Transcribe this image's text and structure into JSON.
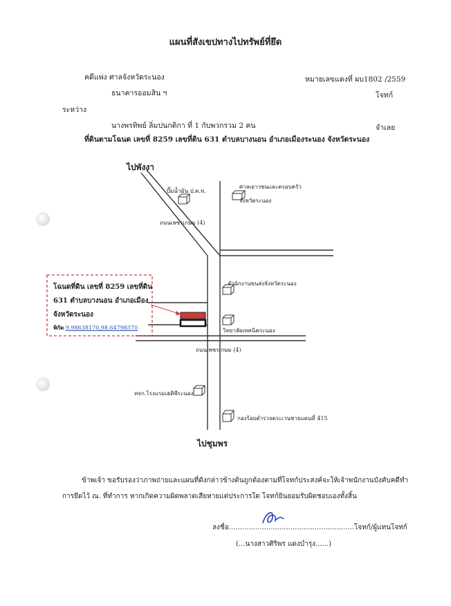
{
  "header": {
    "title": "แผนที่สังเขปทางไปทรัพย์ที่ยึด",
    "case_court": "คดีแพ่ง ศาลจังหวัดระนอง",
    "case_number": "หมายเลขแดงที่ ผบ1802 /2559",
    "plaintiff": "ธนาคารออมสิน ฯ",
    "plaintiff_role": "โจทก์",
    "between": "ระหว่าง",
    "defendant": "นางพรทิพย์ ลิ่มปนกติกา   ที่ 1 กับพวกรวม 2 คน",
    "defendant_role": "จำเลย",
    "land_info": "ที่ดินตามโฉนด เลขที่ 8259 เลขที่ดิน 631 ตำบลบางนอน อำเภอเมืองระนอง จังหวัดระนอง"
  },
  "map": {
    "north_label": "ไปพังงา",
    "south_label": "ไปชุมพร",
    "road_label_upper": "ถนนเพชรเกษม (4)",
    "road_label_lower": "ถนนเพชรเกษม (4)",
    "landmarks": {
      "gas_station": "ปั๊มน้ำมัน ป.ต.ท.",
      "juvenile_court_line1": "ศาลเยาวชนและครอบครัว",
      "juvenile_court_line2": "จังหวัดระนอง",
      "highway_office": "สำนักงานขนส่งจังหวัดระนอง",
      "college": "วิทยาลัยเทคนิคระนอง",
      "hotel": "หจก.โรงแรมเฮดิพีระนอง",
      "police": "กองร้อยตำรวจตระเวนชายแดนที่ 415"
    },
    "property_box": {
      "line1": "โฉนดที่ดิน เลขที่ 8259  เลขที่ดิน",
      "line2": "631  ตำบลบางนอน  อำเภอเมือง",
      "line3": "จังหวัดระนอง",
      "coord_label": "พิกัด",
      "coords": "9.98638170,98.64798370"
    },
    "colors": {
      "marker_red": "#d23a3a",
      "box_border": "#d23a3a",
      "coord_link": "#2a4fb0"
    }
  },
  "certification": {
    "line1": "ข้าพเจ้า ขอรับรองว่าภาพถ่ายและแผนที่ดังกล่าวข้างต้นถูกต้องตามที่โจทก์ประสงค์จะให้เจ้าพนักงานบังคับคดีทำ",
    "line2": "การยึดไว้ ณ. ที่ทำการ  หากเกิดความผิดพลาดเสียหายแต่ประการใด  โจทก์ยินยอมรับผิดชอบเองทั้งสิ้น"
  },
  "signature": {
    "sign_label": "ลงชื่อ",
    "dots": ".........................................................",
    "role": "โจทก์/ผู้แทนโจทก์",
    "name": "(...นางสาวศิริพร  แดงบำรุง......)"
  }
}
